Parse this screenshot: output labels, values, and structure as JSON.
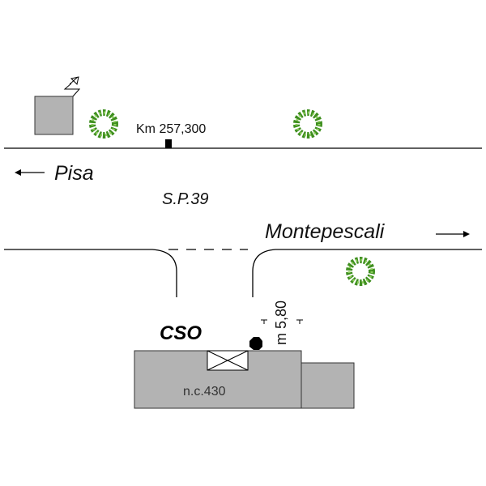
{
  "labels": {
    "km_marker": "Km 257,300",
    "west_direction": "Pisa",
    "road_name": "S.P.39",
    "east_direction": "Montepescali",
    "site_label": "CSO",
    "distance": "m 5,80",
    "building_number": "n.c.430"
  },
  "colors": {
    "building_fill": "#b3b3b3",
    "tree_green": "#3f8f1f",
    "line": "#000000"
  },
  "icons": [
    "antenna-icon",
    "tree-icon",
    "km-post-icon",
    "arrow-left-icon",
    "arrow-right-icon",
    "gate-icon",
    "point-marker-icon"
  ]
}
